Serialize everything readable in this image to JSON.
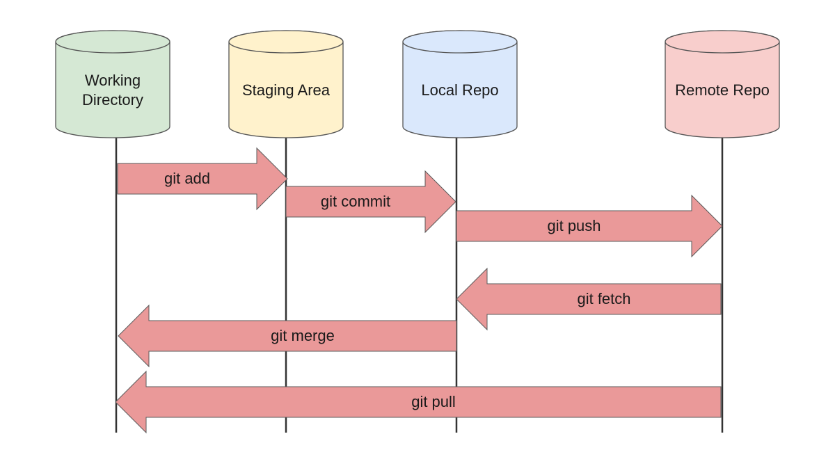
{
  "nodes": [
    {
      "id": "working",
      "lines": [
        "Working",
        "Directory"
      ],
      "fill": "#d5e8d4"
    },
    {
      "id": "staging",
      "lines": [
        "Staging Area"
      ],
      "fill": "#fff2cc"
    },
    {
      "id": "local",
      "lines": [
        "Local Repo"
      ],
      "fill": "#dae8fc"
    },
    {
      "id": "remote",
      "lines": [
        "Remote Repo"
      ],
      "fill": "#f8cecc"
    }
  ],
  "arrows": [
    {
      "id": "add",
      "label": "git add",
      "from": "working",
      "to": "staging"
    },
    {
      "id": "commit",
      "label": "git commit",
      "from": "staging",
      "to": "local"
    },
    {
      "id": "push",
      "label": "git push",
      "from": "local",
      "to": "remote"
    },
    {
      "id": "fetch",
      "label": "git fetch",
      "from": "remote",
      "to": "local"
    },
    {
      "id": "merge",
      "label": "git merge",
      "from": "local",
      "to": "working"
    },
    {
      "id": "pull",
      "label": "git pull",
      "from": "remote",
      "to": "working"
    }
  ],
  "colors": {
    "arrow_fill": "#ea9999",
    "arrow_stroke": "#5a5a5a",
    "lifeline": "#333333",
    "cylinder_stroke": "#555555"
  }
}
